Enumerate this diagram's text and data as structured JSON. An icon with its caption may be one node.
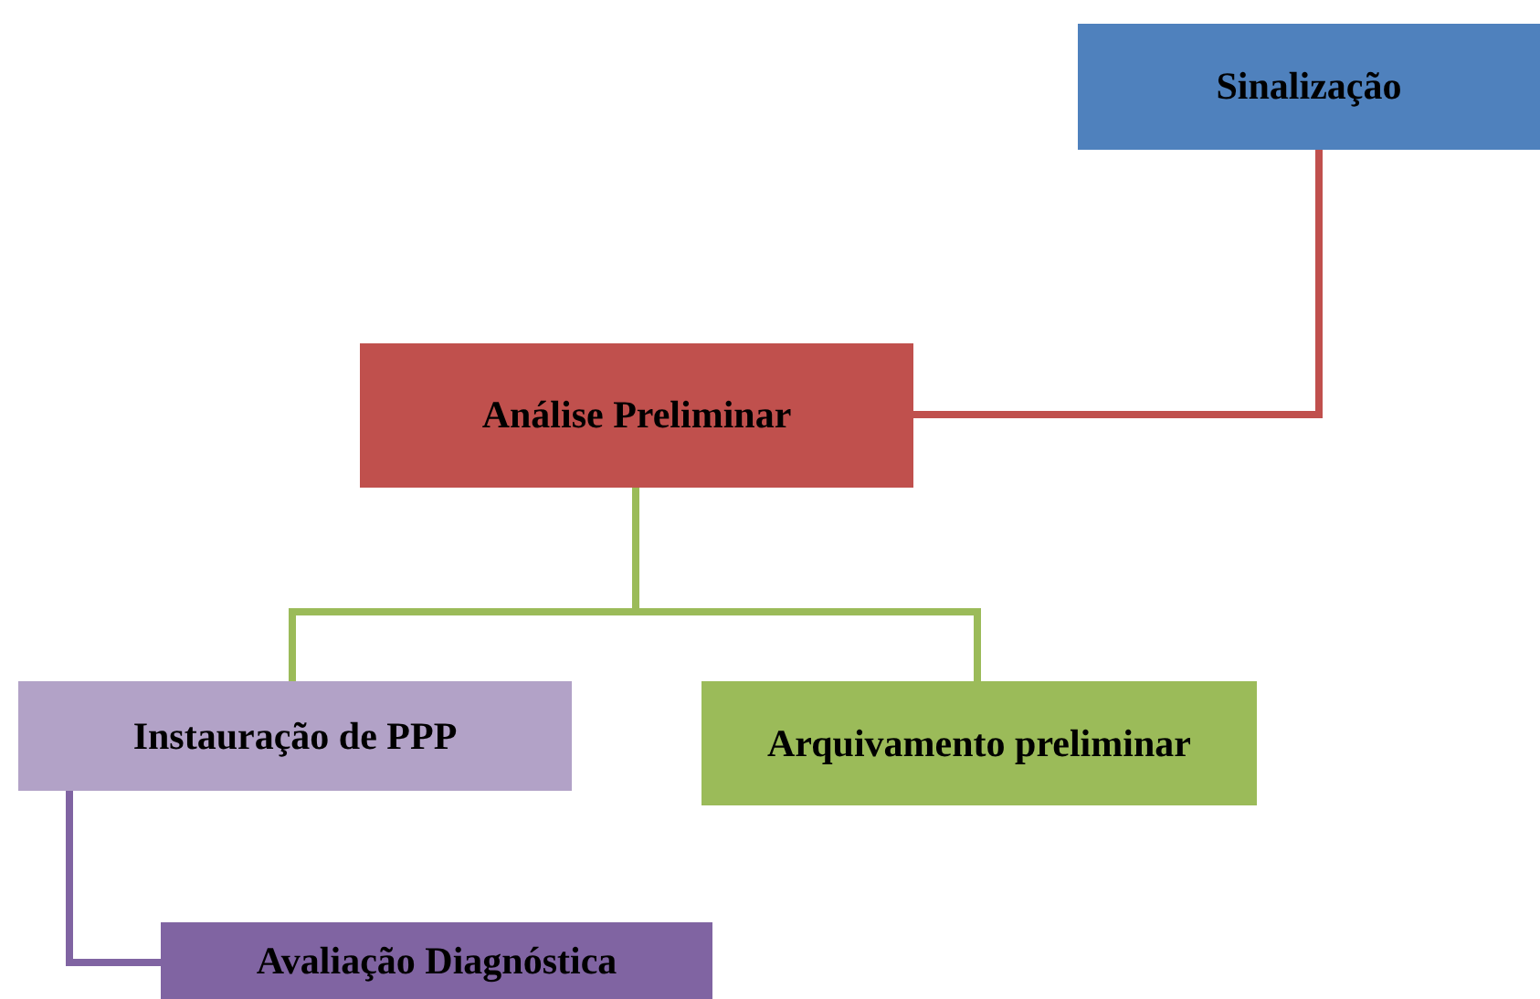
{
  "diagram": {
    "nodes": [
      {
        "text": [
          "Sinalização"
        ]
      },
      {
        "text": [
          "Análise Preliminar"
        ]
      },
      {
        "text": [
          "Instauração de PPP"
        ]
      },
      {
        "text": [
          "Arquivamento preliminar"
        ]
      },
      {
        "text": [
          "Avaliação Diagnóstica"
        ]
      }
    ],
    "edges": [
      {
        "from": 0,
        "to": 1,
        "arrow": "none",
        "color": "#c0504d"
      },
      {
        "from": 1,
        "to": 2,
        "arrow": "none",
        "color": "#9bbb59"
      },
      {
        "from": 1,
        "to": 3,
        "arrow": "none",
        "color": "#9bbb59"
      },
      {
        "from": 2,
        "to": 4,
        "arrow": "none",
        "color": "#8064a2"
      }
    ]
  }
}
